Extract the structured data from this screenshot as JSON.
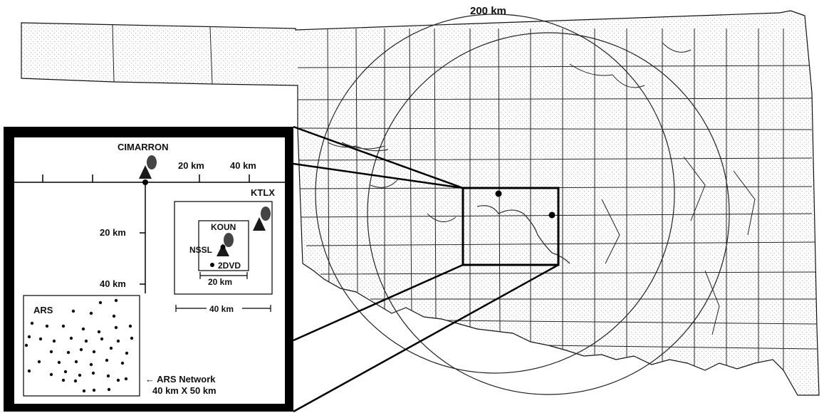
{
  "map": {
    "ring_label": "200 km",
    "colors": {
      "ink": "#111111",
      "land": "#ffffff",
      "stipple": "#b8b8b8",
      "frame": "#000000"
    }
  },
  "inset": {
    "sites": {
      "cimarron": "CIMARRON",
      "ktlx": "KTLX",
      "koun": "KOUN",
      "nssl": "NSSL",
      "twodvd": "2DVD",
      "ars": "ARS"
    },
    "scale": {
      "x20": "20 km",
      "x40": "40 km",
      "y20": "20 km",
      "y40": "40 km",
      "box_small": "20 km",
      "box_large": "40 km"
    },
    "ars_note_line1": "← ARS Network",
    "ars_note_line2": "40 km X 50 km"
  }
}
